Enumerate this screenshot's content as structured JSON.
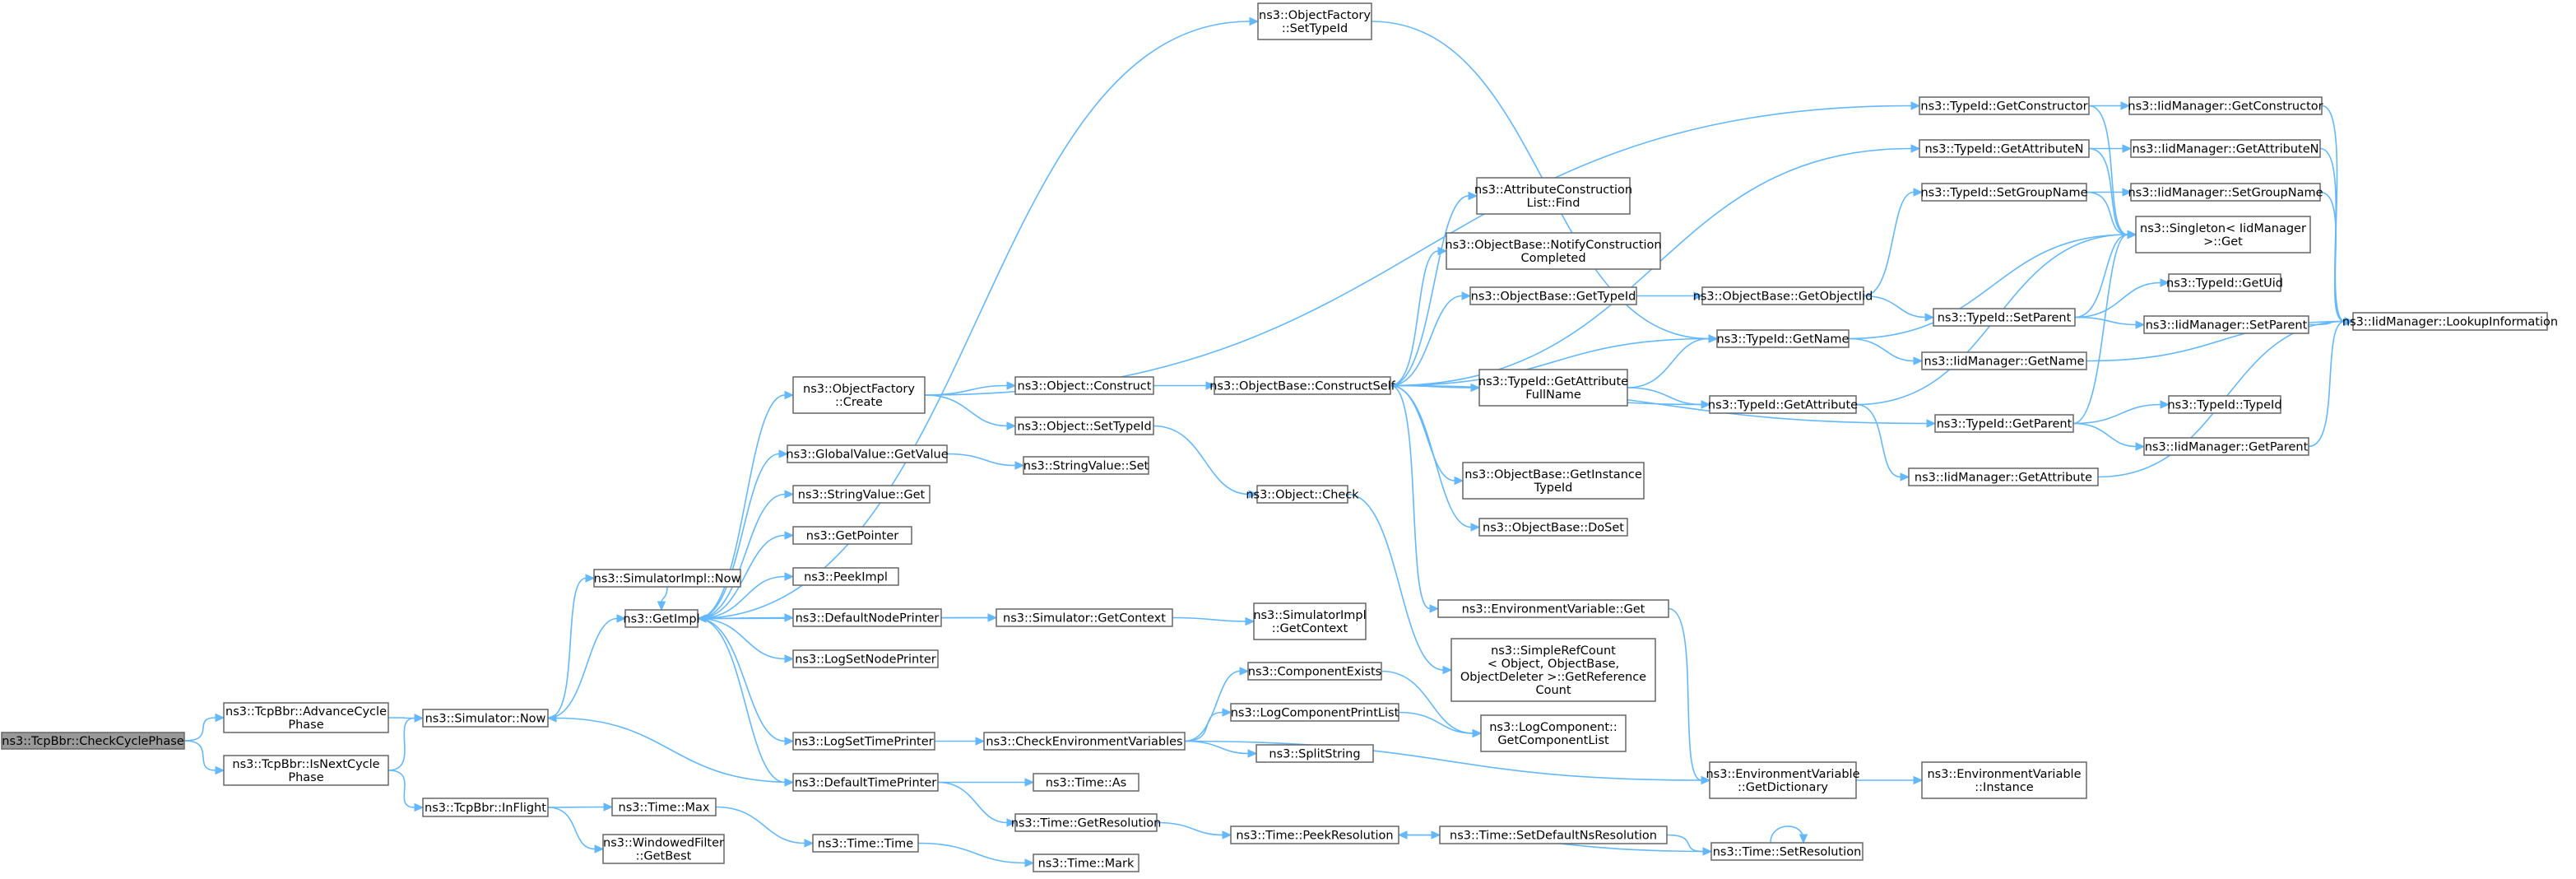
{
  "diagram": {
    "colors": {
      "edge": "#63b8ff",
      "node_border": "#666666",
      "root_fill": "#999999",
      "node_fill": "#ffffff"
    },
    "nodes": [
      {
        "id": "checkcycle",
        "lines": [
          "ns3::TcpBbr::CheckCyclePhase"
        ],
        "root": true
      },
      {
        "id": "advancecycle",
        "lines": [
          "ns3::TcpBbr::AdvanceCycle",
          "Phase"
        ]
      },
      {
        "id": "isnextcycle",
        "lines": [
          "ns3::TcpBbr::IsNextCycle",
          "Phase"
        ]
      },
      {
        "id": "simnow",
        "lines": [
          "ns3::Simulator::Now"
        ]
      },
      {
        "id": "inflight",
        "lines": [
          "ns3::TcpBbr::InFlight"
        ]
      },
      {
        "id": "simimplnow",
        "lines": [
          "ns3::SimulatorImpl::Now"
        ]
      },
      {
        "id": "getimpl",
        "lines": [
          "ns3::GetImpl"
        ]
      },
      {
        "id": "timemax",
        "lines": [
          "ns3::Time::Max"
        ]
      },
      {
        "id": "windowed",
        "lines": [
          "ns3::WindowedFilter",
          "::GetBest"
        ]
      },
      {
        "id": "ofcreate",
        "lines": [
          "ns3::ObjectFactory",
          "::Create"
        ]
      },
      {
        "id": "gvgetvalue",
        "lines": [
          "ns3::GlobalValue::GetValue"
        ]
      },
      {
        "id": "svget",
        "lines": [
          "ns3::StringValue::Get"
        ]
      },
      {
        "id": "getpointer",
        "lines": [
          "ns3::GetPointer"
        ]
      },
      {
        "id": "peekimpl",
        "lines": [
          "ns3::PeekImpl"
        ]
      },
      {
        "id": "defnodeprinter",
        "lines": [
          "ns3::DefaultNodePrinter"
        ]
      },
      {
        "id": "logsetnodeprinter",
        "lines": [
          "ns3::LogSetNodePrinter"
        ]
      },
      {
        "id": "logsettimeprinter",
        "lines": [
          "ns3::LogSetTimePrinter"
        ]
      },
      {
        "id": "deftimeprinter",
        "lines": [
          "ns3::DefaultTimePrinter"
        ]
      },
      {
        "id": "timetime",
        "lines": [
          "ns3::Time::Time"
        ]
      },
      {
        "id": "timemark",
        "lines": [
          "ns3::Time::Mark"
        ]
      },
      {
        "id": "ofsettypeid",
        "lines": [
          "ns3::ObjectFactory",
          "::SetTypeId"
        ]
      },
      {
        "id": "objconstruct",
        "lines": [
          "ns3::Object::Construct"
        ]
      },
      {
        "id": "objsettypeid",
        "lines": [
          "ns3::Object::SetTypeId"
        ]
      },
      {
        "id": "svset",
        "lines": [
          "ns3::StringValue::Set"
        ]
      },
      {
        "id": "simgetcontext",
        "lines": [
          "ns3::Simulator::GetContext"
        ]
      },
      {
        "id": "checkenv",
        "lines": [
          "ns3::CheckEnvironmentVariables"
        ]
      },
      {
        "id": "timeas",
        "lines": [
          "ns3::Time::As"
        ]
      },
      {
        "id": "timegetres",
        "lines": [
          "ns3::Time::GetResolution"
        ]
      },
      {
        "id": "obconstructself",
        "lines": [
          "ns3::ObjectBase::ConstructSelf"
        ]
      },
      {
        "id": "objcheck",
        "lines": [
          "ns3::Object::Check"
        ]
      },
      {
        "id": "simimplgetcontext",
        "lines": [
          "ns3::SimulatorImpl",
          "::GetContext"
        ]
      },
      {
        "id": "compexists",
        "lines": [
          "ns3::ComponentExists"
        ]
      },
      {
        "id": "logcompprintlist",
        "lines": [
          "ns3::LogComponentPrintList"
        ]
      },
      {
        "id": "splitstring",
        "lines": [
          "ns3::SplitString"
        ]
      },
      {
        "id": "timepeekres",
        "lines": [
          "ns3::Time::PeekResolution"
        ]
      },
      {
        "id": "attrconstfind",
        "lines": [
          "ns3::AttributeConstruction",
          "List::Find"
        ]
      },
      {
        "id": "obnotify",
        "lines": [
          "ns3::ObjectBase::NotifyConstruction",
          "Completed"
        ]
      },
      {
        "id": "obgettypeid",
        "lines": [
          "ns3::ObjectBase::GetTypeId"
        ]
      },
      {
        "id": "tidgetattrfullname",
        "lines": [
          "ns3::TypeId::GetAttribute",
          "FullName"
        ]
      },
      {
        "id": "obgetinstancetypeid",
        "lines": [
          "ns3::ObjectBase::GetInstance",
          "TypeId"
        ]
      },
      {
        "id": "obdoset",
        "lines": [
          "ns3::ObjectBase::DoSet"
        ]
      },
      {
        "id": "envget",
        "lines": [
          "ns3::EnvironmentVariable::Get"
        ]
      },
      {
        "id": "simplerefcount",
        "lines": [
          "ns3::SimpleRefCount",
          "< Object, ObjectBase,",
          "ObjectDeleter >::GetReference",
          "Count"
        ]
      },
      {
        "id": "logcompgetlist",
        "lines": [
          "ns3::LogComponent::",
          "GetComponentList"
        ]
      },
      {
        "id": "timesetdefnsres",
        "lines": [
          "ns3::Time::SetDefaultNsResolution"
        ]
      },
      {
        "id": "obgetobjectiid",
        "lines": [
          "ns3::ObjectBase::GetObjectIid"
        ]
      },
      {
        "id": "tidgetname",
        "lines": [
          "ns3::TypeId::GetName"
        ]
      },
      {
        "id": "tidgetattribute",
        "lines": [
          "ns3::TypeId::GetAttribute"
        ]
      },
      {
        "id": "envgetdict",
        "lines": [
          "ns3::EnvironmentVariable",
          "::GetDictionary"
        ]
      },
      {
        "id": "timesetres",
        "lines": [
          "ns3::Time::SetResolution"
        ]
      },
      {
        "id": "tidgetconstructor",
        "lines": [
          "ns3::TypeId::GetConstructor"
        ]
      },
      {
        "id": "tidgetattributen",
        "lines": [
          "ns3::TypeId::GetAttributeN"
        ]
      },
      {
        "id": "tidsetgroupname",
        "lines": [
          "ns3::TypeId::SetGroupName"
        ]
      },
      {
        "id": "tidsetparent",
        "lines": [
          "ns3::TypeId::SetParent"
        ]
      },
      {
        "id": "iidgetname",
        "lines": [
          "ns3::IidManager::GetName"
        ]
      },
      {
        "id": "tidgetparent",
        "lines": [
          "ns3::TypeId::GetParent"
        ]
      },
      {
        "id": "iidgetattribute",
        "lines": [
          "ns3::IidManager::GetAttribute"
        ]
      },
      {
        "id": "envinstance",
        "lines": [
          "ns3::EnvironmentVariable",
          "::Instance"
        ]
      },
      {
        "id": "iidgetconstructor",
        "lines": [
          "ns3::IidManager::GetConstructor"
        ]
      },
      {
        "id": "iidgetattributen",
        "lines": [
          "ns3::IidManager::GetAttributeN"
        ]
      },
      {
        "id": "iidsetgroupname",
        "lines": [
          "ns3::IidManager::SetGroupName"
        ]
      },
      {
        "id": "singletonget",
        "lines": [
          "ns3::Singleton< IidManager",
          ">::Get"
        ]
      },
      {
        "id": "tidgetuid",
        "lines": [
          "ns3::TypeId::GetUid"
        ]
      },
      {
        "id": "iidsetparent",
        "lines": [
          "ns3::IidManager::SetParent"
        ]
      },
      {
        "id": "tidtypeid",
        "lines": [
          "ns3::TypeId::TypeId"
        ]
      },
      {
        "id": "iidgetparent",
        "lines": [
          "ns3::IidManager::GetParent"
        ]
      },
      {
        "id": "iidlookup",
        "lines": [
          "ns3::IidManager::LookupInformation"
        ]
      }
    ],
    "edges": [
      [
        "checkcycle",
        "advancecycle"
      ],
      [
        "checkcycle",
        "isnextcycle"
      ],
      [
        "advancecycle",
        "simnow"
      ],
      [
        "isnextcycle",
        "simnow"
      ],
      [
        "isnextcycle",
        "inflight"
      ],
      [
        "simnow",
        "simimplnow"
      ],
      [
        "simnow",
        "getimpl"
      ],
      [
        "inflight",
        "timemax"
      ],
      [
        "inflight",
        "windowed"
      ],
      [
        "simimplnow",
        "getimpl"
      ],
      [
        "getimpl",
        "ofcreate"
      ],
      [
        "getimpl",
        "gvgetvalue"
      ],
      [
        "getimpl",
        "svget"
      ],
      [
        "getimpl",
        "getpointer"
      ],
      [
        "getimpl",
        "peekimpl"
      ],
      [
        "getimpl",
        "defnodeprinter"
      ],
      [
        "getimpl",
        "logsetnodeprinter"
      ],
      [
        "getimpl",
        "logsettimeprinter"
      ],
      [
        "getimpl",
        "deftimeprinter"
      ],
      [
        "getimpl",
        "ofsettypeid"
      ],
      [
        "timemax",
        "timetime"
      ],
      [
        "timetime",
        "timemark"
      ],
      [
        "ofcreate",
        "objconstruct"
      ],
      [
        "ofcreate",
        "objsettypeid"
      ],
      [
        "ofcreate",
        "tidgetconstructor"
      ],
      [
        "gvgetvalue",
        "svset"
      ],
      [
        "defnodeprinter",
        "simgetcontext"
      ],
      [
        "simgetcontext",
        "simimplgetcontext"
      ],
      [
        "simgetcontext",
        "getimpl"
      ],
      [
        "logsettimeprinter",
        "checkenv"
      ],
      [
        "deftimeprinter",
        "simnow"
      ],
      [
        "deftimeprinter",
        "timeas"
      ],
      [
        "deftimeprinter",
        "timegetres"
      ],
      [
        "ofsettypeid",
        "tidgetname"
      ],
      [
        "objconstruct",
        "obconstructself"
      ],
      [
        "objsettypeid",
        "objcheck"
      ],
      [
        "objcheck",
        "simplerefcount"
      ],
      [
        "checkenv",
        "compexists"
      ],
      [
        "checkenv",
        "logcompprintlist"
      ],
      [
        "checkenv",
        "splitstring"
      ],
      [
        "checkenv",
        "envgetdict"
      ],
      [
        "compexists",
        "logcompgetlist"
      ],
      [
        "logcompprintlist",
        "logcompgetlist"
      ],
      [
        "timegetres",
        "timepeekres"
      ],
      [
        "obconstructself",
        "attrconstfind"
      ],
      [
        "obconstructself",
        "obnotify"
      ],
      [
        "obconstructself",
        "obgettypeid"
      ],
      [
        "obconstructself",
        "tidgetattrfullname"
      ],
      [
        "obconstructself",
        "obgetinstancetypeid"
      ],
      [
        "obconstructself",
        "obdoset"
      ],
      [
        "obconstructself",
        "envget"
      ],
      [
        "obconstructself",
        "tidgetname"
      ],
      [
        "obconstructself",
        "tidgetattribute"
      ],
      [
        "obconstructself",
        "tidgetattributen"
      ],
      [
        "obconstructself",
        "tidgetparent"
      ],
      [
        "obgettypeid",
        "obgetobjectiid"
      ],
      [
        "tidgetattrfullname",
        "tidgetname"
      ],
      [
        "tidgetattrfullname",
        "tidgetattribute"
      ],
      [
        "envget",
        "envgetdict"
      ],
      [
        "timepeekres",
        "timesetdefnsres"
      ],
      [
        "timesetdefnsres",
        "timesetres"
      ],
      [
        "timesetres",
        "timepeekres"
      ],
      [
        "timesetres",
        "timesetres"
      ],
      [
        "obgetobjectiid",
        "tidsetgroupname"
      ],
      [
        "obgetobjectiid",
        "tidsetparent"
      ],
      [
        "tidgetname",
        "iidgetname"
      ],
      [
        "tidgetname",
        "singletonget"
      ],
      [
        "tidgetattribute",
        "iidgetattribute"
      ],
      [
        "tidgetattribute",
        "singletonget"
      ],
      [
        "envgetdict",
        "envinstance"
      ],
      [
        "tidgetconstructor",
        "iidgetconstructor"
      ],
      [
        "tidgetconstructor",
        "singletonget"
      ],
      [
        "tidgetattributen",
        "iidgetattributen"
      ],
      [
        "tidgetattributen",
        "singletonget"
      ],
      [
        "tidsetgroupname",
        "iidsetgroupname"
      ],
      [
        "tidsetgroupname",
        "singletonget"
      ],
      [
        "tidsetparent",
        "tidgetuid"
      ],
      [
        "tidsetparent",
        "iidsetparent"
      ],
      [
        "tidsetparent",
        "singletonget"
      ],
      [
        "iidgetname",
        "iidlookup"
      ],
      [
        "tidgetparent",
        "tidtypeid"
      ],
      [
        "tidgetparent",
        "iidgetparent"
      ],
      [
        "tidgetparent",
        "singletonget"
      ],
      [
        "iidgetattribute",
        "iidlookup"
      ],
      [
        "iidgetconstructor",
        "iidlookup"
      ],
      [
        "iidgetattributen",
        "iidlookup"
      ],
      [
        "iidsetgroupname",
        "iidlookup"
      ],
      [
        "iidsetparent",
        "iidlookup"
      ],
      [
        "iidgetparent",
        "iidlookup"
      ]
    ]
  }
}
